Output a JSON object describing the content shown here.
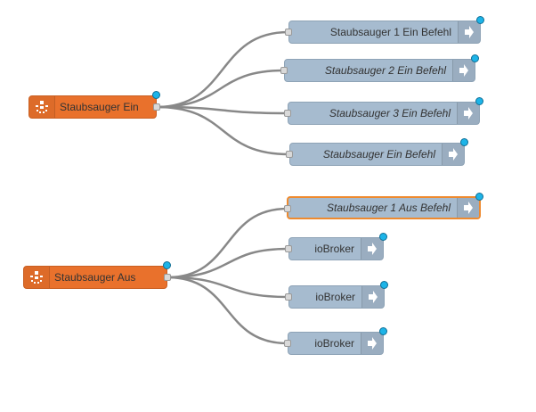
{
  "colors": {
    "inject": "#e9712c",
    "output": "#a6bbcf",
    "selected": "#ee8a2f",
    "wire": "#888888",
    "badge": "#1db4e8"
  },
  "inject_icon": "inject-node-icon",
  "output_icon": "arrow-right-icon",
  "inject_nodes": [
    {
      "label": "Staubsauger Ein"
    },
    {
      "label": "Staubsauger Aus"
    }
  ],
  "output_nodes": [
    {
      "label": "Staubsauger 1 Ein Befehl",
      "italic": false,
      "selected": false
    },
    {
      "label": "Staubsauger 2 Ein Befehl",
      "italic": true,
      "selected": false
    },
    {
      "label": "Staubsauger 3 Ein Befehl",
      "italic": true,
      "selected": false
    },
    {
      "label": "Staubsauger Ein Befehl",
      "italic": true,
      "selected": false
    },
    {
      "label": "Staubsauger 1 Aus Befehl",
      "italic": true,
      "selected": true
    },
    {
      "label": "ioBroker",
      "italic": false,
      "selected": false
    },
    {
      "label": "ioBroker",
      "italic": false,
      "selected": false
    },
    {
      "label": "ioBroker",
      "italic": false,
      "selected": false
    }
  ]
}
